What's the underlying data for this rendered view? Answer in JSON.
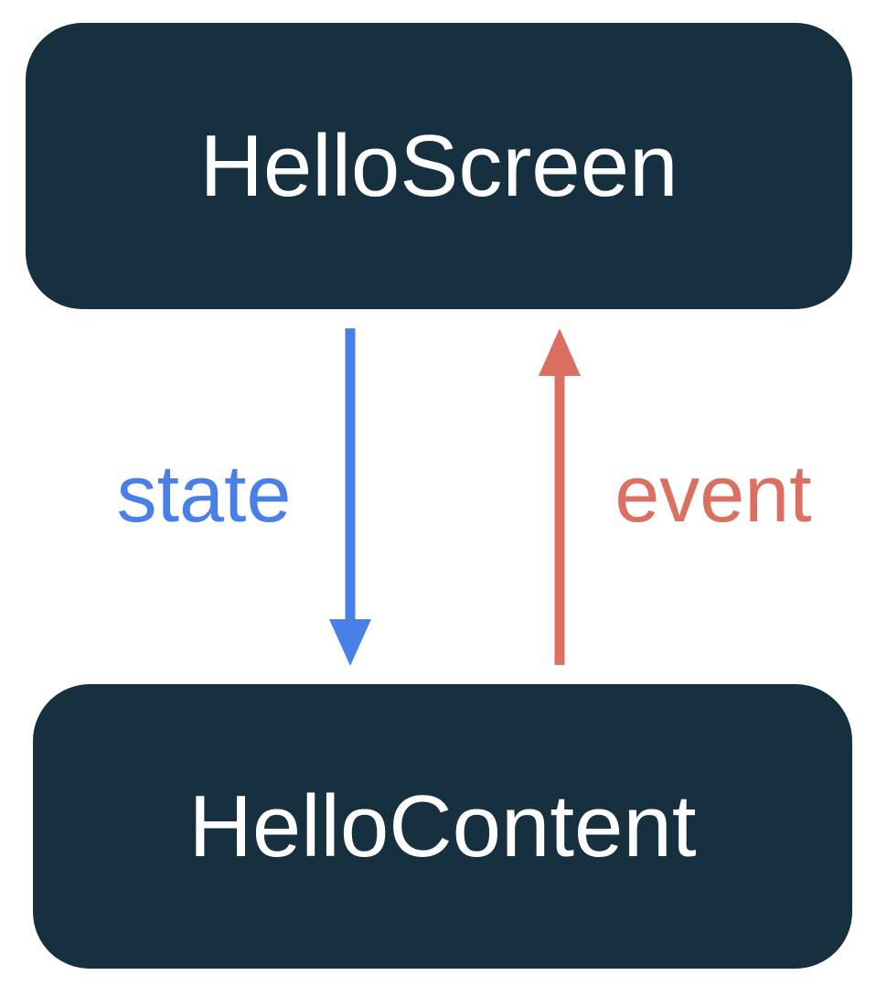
{
  "diagram": {
    "nodes": [
      {
        "id": "hello-screen",
        "label": "HelloScreen"
      },
      {
        "id": "hello-content",
        "label": "HelloContent"
      }
    ],
    "edges": [
      {
        "id": "state",
        "label": "state",
        "from": "hello-screen",
        "to": "hello-content",
        "direction": "down"
      },
      {
        "id": "event",
        "label": "event",
        "from": "hello-content",
        "to": "hello-screen",
        "direction": "up"
      }
    ],
    "colors": {
      "background": "#FFFFFF",
      "node_fill": "#16303F",
      "node_text": "#FFFFFF",
      "state_blue": "#4880E8",
      "event_red": "#DB6F62"
    }
  }
}
